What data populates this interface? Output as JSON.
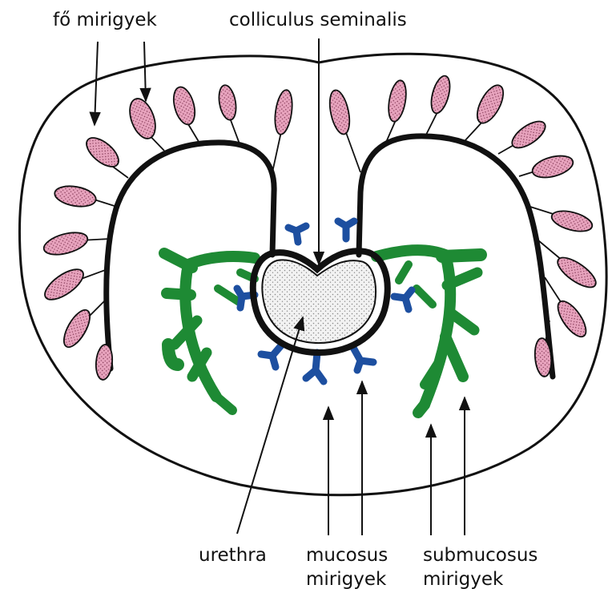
{
  "labels": {
    "fo_mirigyek": "fő mirigyek",
    "colliculus": "colliculus seminalis",
    "urethra": "urethra",
    "mucosus_line1": "mucosus",
    "mucosus_line2": "mirigyek",
    "submucosus_line1": "submucosus",
    "submucosus_line2": "mirigyek"
  },
  "colors": {
    "outline": "#111111",
    "main_gland_fill": "#e7a3bd",
    "submucosal_gland": "#1e8a34",
    "mucosal_gland": "#1d4fa0",
    "urethra_fill": "#f2f2f2",
    "background": "#ffffff"
  }
}
